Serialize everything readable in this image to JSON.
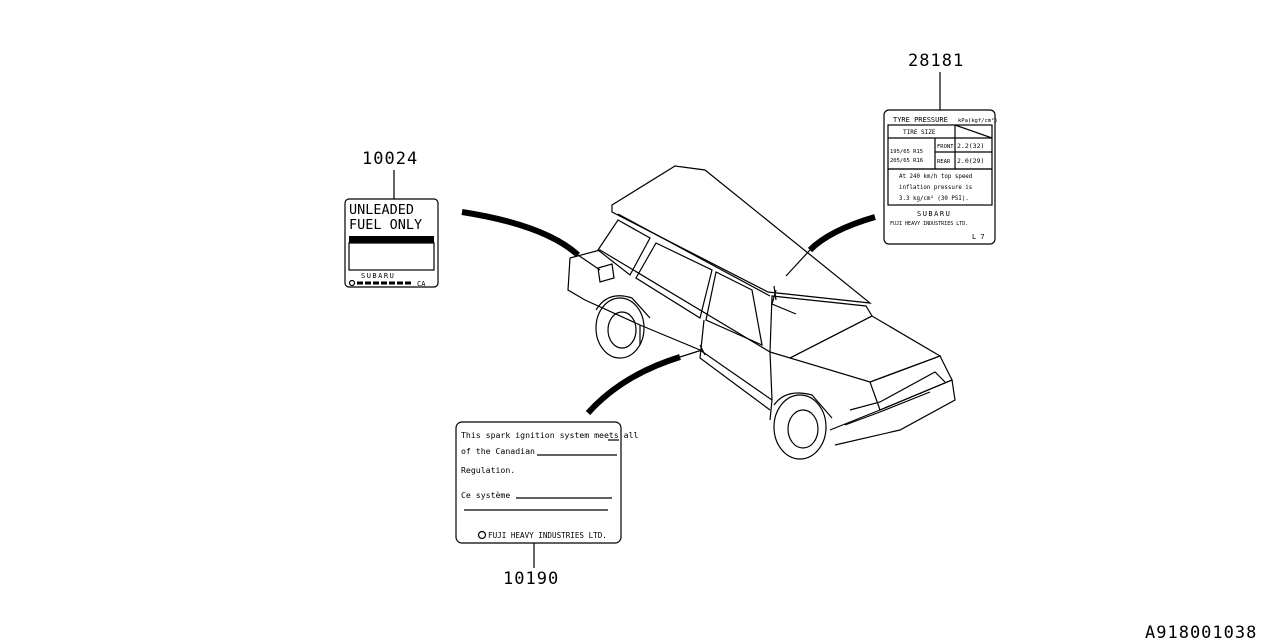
{
  "diagram_id": "A918001038",
  "parts": {
    "fuel_label": {
      "number": "10024",
      "line1": "UNLEADED",
      "line2": "FUEL ONLY",
      "brand": "SUBARU",
      "footer_code": "CA"
    },
    "tire_label": {
      "number": "28181",
      "heading": "TYRE PRESSURE",
      "heading_unit": "kPa(kgf/cm²)",
      "size_header": "TIRE SIZE",
      "sizes": [
        "195/65 R15",
        "205/65 R16"
      ],
      "front_label": "FRONT",
      "front_value": "2.2(32)",
      "rear_label": "REAR",
      "rear_value": "2.0(29)",
      "note_line1": "At 240 km/h top speed",
      "note_line2": "inflation pressure is",
      "note_line3": "3.3 kg/cm² (30 PSI).",
      "brand": "SUBARU",
      "maker": "FUJI HEAVY INDUSTRIES LTD.",
      "footer_code": "L 7"
    },
    "emission_label": {
      "number": "10190",
      "line1": "This spark ignition system meets all",
      "line2": "of the Canadian",
      "line3": "Regulation.",
      "line4": "Ce système",
      "maker": "FUJI HEAVY INDUSTRIES LTD."
    }
  },
  "colors": {
    "ink": "#000000",
    "background": "#ffffff"
  }
}
